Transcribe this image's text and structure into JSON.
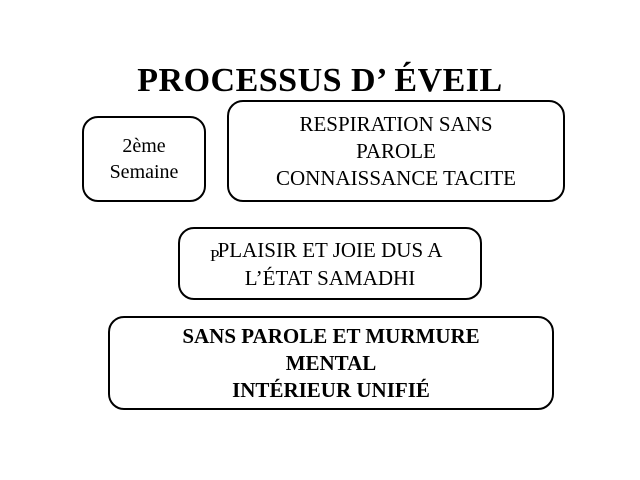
{
  "slide": {
    "title": "PROCESSUS D’ ÉVEIL",
    "background_color": "#ffffff",
    "text_color": "#000000",
    "border_color": "#000000"
  },
  "boxes": {
    "week": {
      "text": "2ème\nSemaine"
    },
    "respiration": {
      "text": "RESPIRATION SANS\nPAROLE\nCONNAISSANCE TACITE"
    },
    "plaisir": {
      "text": "PLAISIR ET JOIE DUS A\nL’ÉTAT  SAMADHI",
      "stray_glyph": "P"
    },
    "murmure": {
      "text": "SANS PAROLE ET MURMURE\nMENTAL\nINTÉRIEUR UNIFIÉ"
    }
  }
}
